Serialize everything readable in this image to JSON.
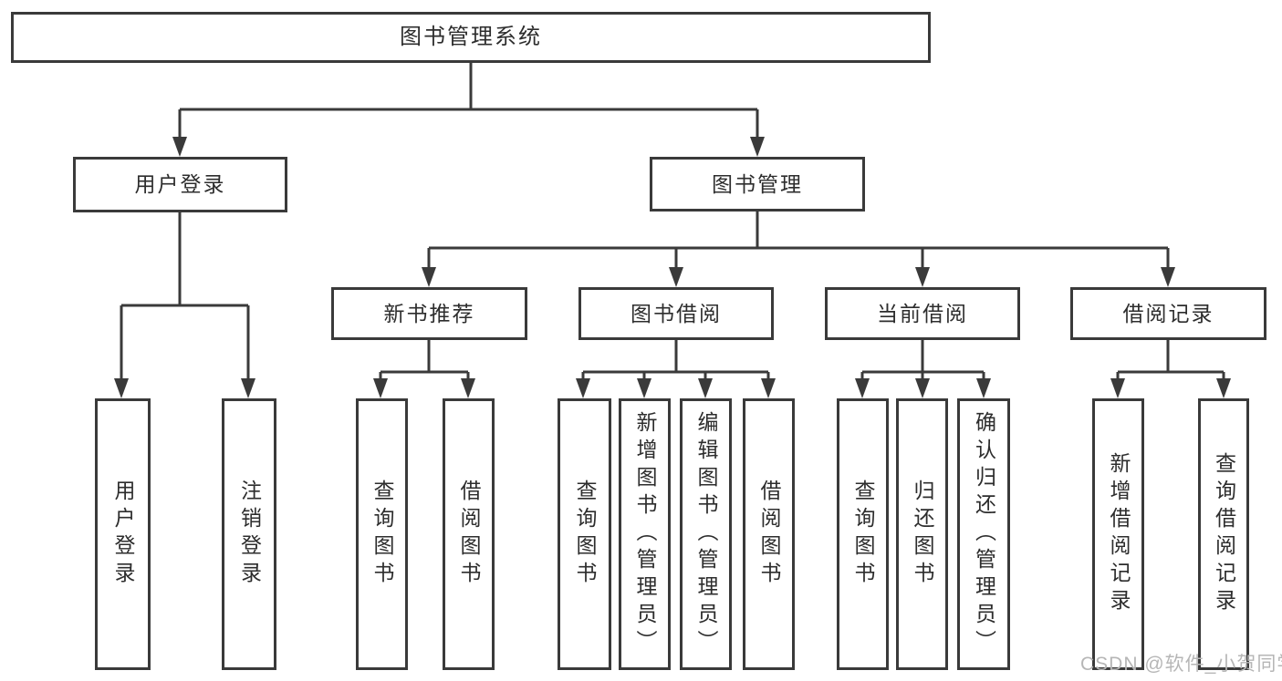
{
  "diagram": {
    "root": {
      "label": "图书管理系统",
      "children": [
        {
          "label": "用户登录",
          "children": [
            {
              "label": "用户登录"
            },
            {
              "label": "注销登录"
            }
          ]
        },
        {
          "label": "图书管理",
          "children": [
            {
              "label": "新书推荐",
              "children": [
                {
                  "label": "查询图书"
                },
                {
                  "label": "借阅图书"
                }
              ]
            },
            {
              "label": "图书借阅",
              "children": [
                {
                  "label": "查询图书"
                },
                {
                  "label": "新增图书（管理员）"
                },
                {
                  "label": "编辑图书（管理员）"
                },
                {
                  "label": "借阅图书"
                }
              ]
            },
            {
              "label": "当前借阅",
              "children": [
                {
                  "label": "查询图书"
                },
                {
                  "label": "归还图书"
                },
                {
                  "label": "确认归还（管理员）"
                }
              ]
            },
            {
              "label": "借阅记录",
              "children": [
                {
                  "label": "新增借阅记录"
                },
                {
                  "label": "查询借阅记录"
                }
              ]
            }
          ]
        }
      ]
    }
  },
  "watermark": {
    "text": "CSDN @软件_小贺同学"
  },
  "colors": {
    "line": "#3a3a3a",
    "text": "#2d2d2d",
    "watermark": "#b6b6b6",
    "background": "#ffffff"
  }
}
